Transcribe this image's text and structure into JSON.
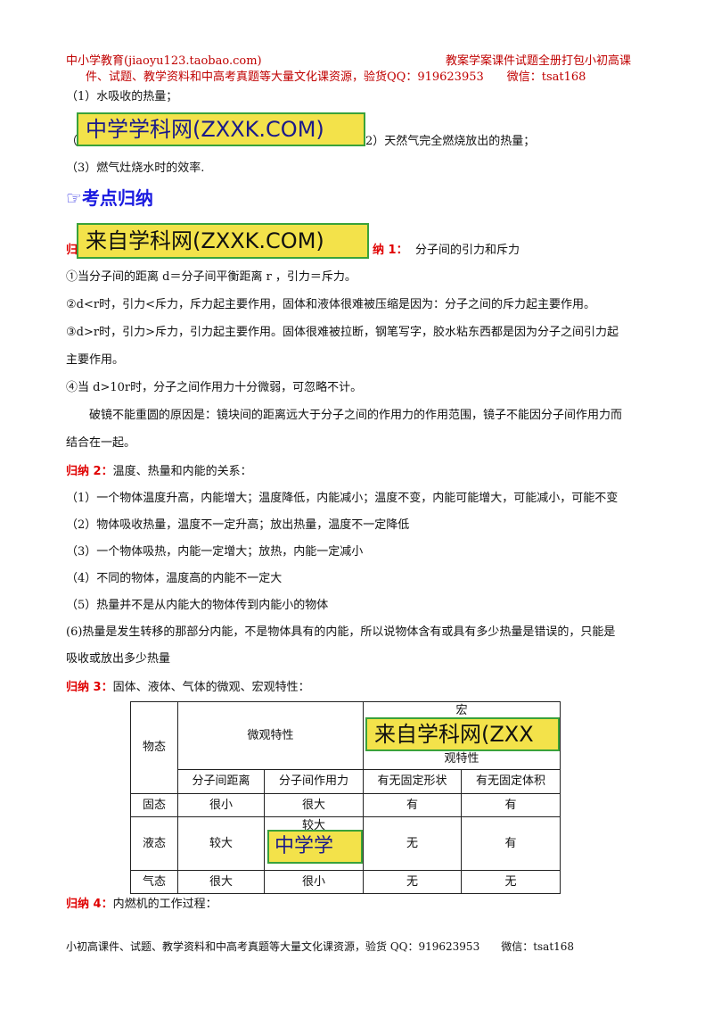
{
  "header": {
    "left": "中小学教育(jiaoyu123.taobao.com)",
    "right": "教案学案课件试题全册打包小初高课",
    "line2": "件、试题、教学资料和中高考真题等大量文化课资源，验货QQ：919623953　　微信：tsat168"
  },
  "problem": {
    "q1": "（1）水吸收的热量；",
    "q2_prefix": "（",
    "q2_suffix": "2）天然气完全燃烧放出的热量；",
    "q3": "（3）燃气灶烧水时的效率."
  },
  "watermarks": {
    "zxxk1": "中学学科网(ZXXK.COM)",
    "zxxk2": "来自学科网(ZXXK.COM)",
    "zxxk3": "来自学科网(ZXX",
    "zxxk4": "中学学"
  },
  "section": {
    "icon": "☞",
    "title": "考点归纳"
  },
  "guina1": {
    "label_left": "归",
    "label_right": "纳 1：",
    "title": "分子间的引力和斥力",
    "items": [
      "①当分子间的距离 d＝分子间平衡距离  r ，引力＝斥力。",
      "②d<r时，引力<斥力，斥力起主要作用，固体和液体很难被压缩是因为：分子之间的斥力起主要作用。",
      "③d>r时，引力>斥力，引力起主要作用。固体很难被拉断，钢笔写字，胶水粘东西都是因为分子之间引力起",
      "主要作用。",
      "④当 d>10r时，分子之间作用力十分微弱，可忽略不计。"
    ],
    "para1": "破镜不能重圆的原因是：镜块间的距离远大于分子之间的作用力的作用范围，镜子不能因分子间作用力而",
    "para2": "结合在一起。"
  },
  "guina2": {
    "label": "归纳 2：",
    "title": "温度、热量和内能的关系：",
    "items": [
      "（1）一个物体温度升高，内能增大；温度降低，内能减小；温度不变，内能可能增大，可能减小，可能不变",
      "（2）物体吸收热量，温度不一定升高；放出热量，温度不一定降低",
      "（3）一个物体吸热，内能一定增大；放热，内能一定减小",
      "（4）不同的物体，温度高的内能不一定大",
      "（5）热量并不是从内能大的物体传到内能小的物体",
      "(6)热量是发生转移的那部分内能，不是物体具有的内能，所以说物体含有或具有多少热量是错误的，只能是",
      "吸收或放出多少热量"
    ]
  },
  "guina3": {
    "label": "归纳 3：",
    "title": "固体、液体、气体的微观、宏观特性：",
    "table": {
      "h_state": "物态",
      "h_micro": "微观特性",
      "h_macro_top": "宏",
      "h_macro_bottom": "观特性",
      "sub": [
        "分子间距离",
        "分子间作用力",
        "有无固定形状",
        "有无固定体积"
      ],
      "rows": [
        [
          "固态",
          "很小",
          "很大",
          "有",
          "有"
        ],
        [
          "液态",
          "较大",
          "较大",
          "无",
          "有"
        ],
        [
          "气态",
          "很大",
          "很小",
          "无",
          "无"
        ]
      ]
    }
  },
  "guina4": {
    "label": "归纳 4：",
    "title": "内燃机的工作过程："
  },
  "footer": "小初高课件、试题、教学资料和中高考真题等大量文化课资源，验货 QQ：919623953　　微信：tsat168"
}
